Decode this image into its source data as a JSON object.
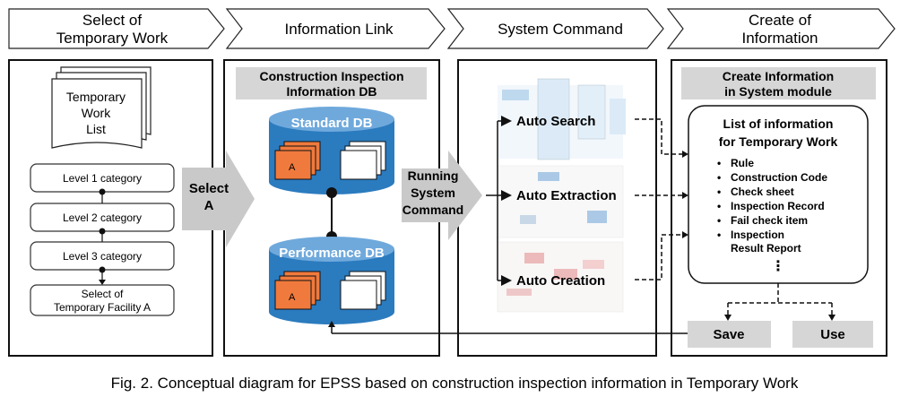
{
  "headers": {
    "select": [
      "Select of",
      "Temporary Work"
    ],
    "link": "Information Link",
    "command": "System Command",
    "create": [
      "Create of",
      "Information"
    ]
  },
  "panel1": {
    "doc_label": [
      "Temporary",
      "Work",
      "List"
    ],
    "levels": [
      "Level 1 category",
      "Level 2 category",
      "Level 3 category"
    ],
    "facility": [
      "Select of",
      "Temporary Facility A"
    ]
  },
  "arrow1": [
    "Select",
    "A"
  ],
  "panel2": {
    "title": [
      "Construction Inspection",
      "Information DB"
    ],
    "standard_db": "Standard DB",
    "performance_db": "Performance DB",
    "doc_tag": "A"
  },
  "arrow2": [
    "Running",
    "System",
    "Command"
  ],
  "panel3": {
    "auto_search": "Auto Search",
    "auto_extraction": "Auto Extraction",
    "auto_creation": "Auto Creation"
  },
  "panel4": {
    "title": [
      "Create Information",
      "in System module"
    ],
    "list_title": [
      "List of information",
      "for Temporary Work"
    ],
    "items": [
      "Rule",
      "Construction Code",
      "Check sheet",
      "Inspection Record",
      "Fail check item",
      "Inspection"
    ],
    "item_cont": "Result Report",
    "more": "⋮",
    "save": "Save",
    "use": "Use"
  },
  "caption": "Fig. 2. Conceptual diagram for EPSS based on construction inspection information in Temporary Work",
  "colors": {
    "db_blue": "#2b7bbf",
    "db_top": "#6fa9dc",
    "doc_orange": "#f07a3d",
    "grey_box": "#d6d6d6",
    "arrow_grey": "#c9c9c9"
  }
}
